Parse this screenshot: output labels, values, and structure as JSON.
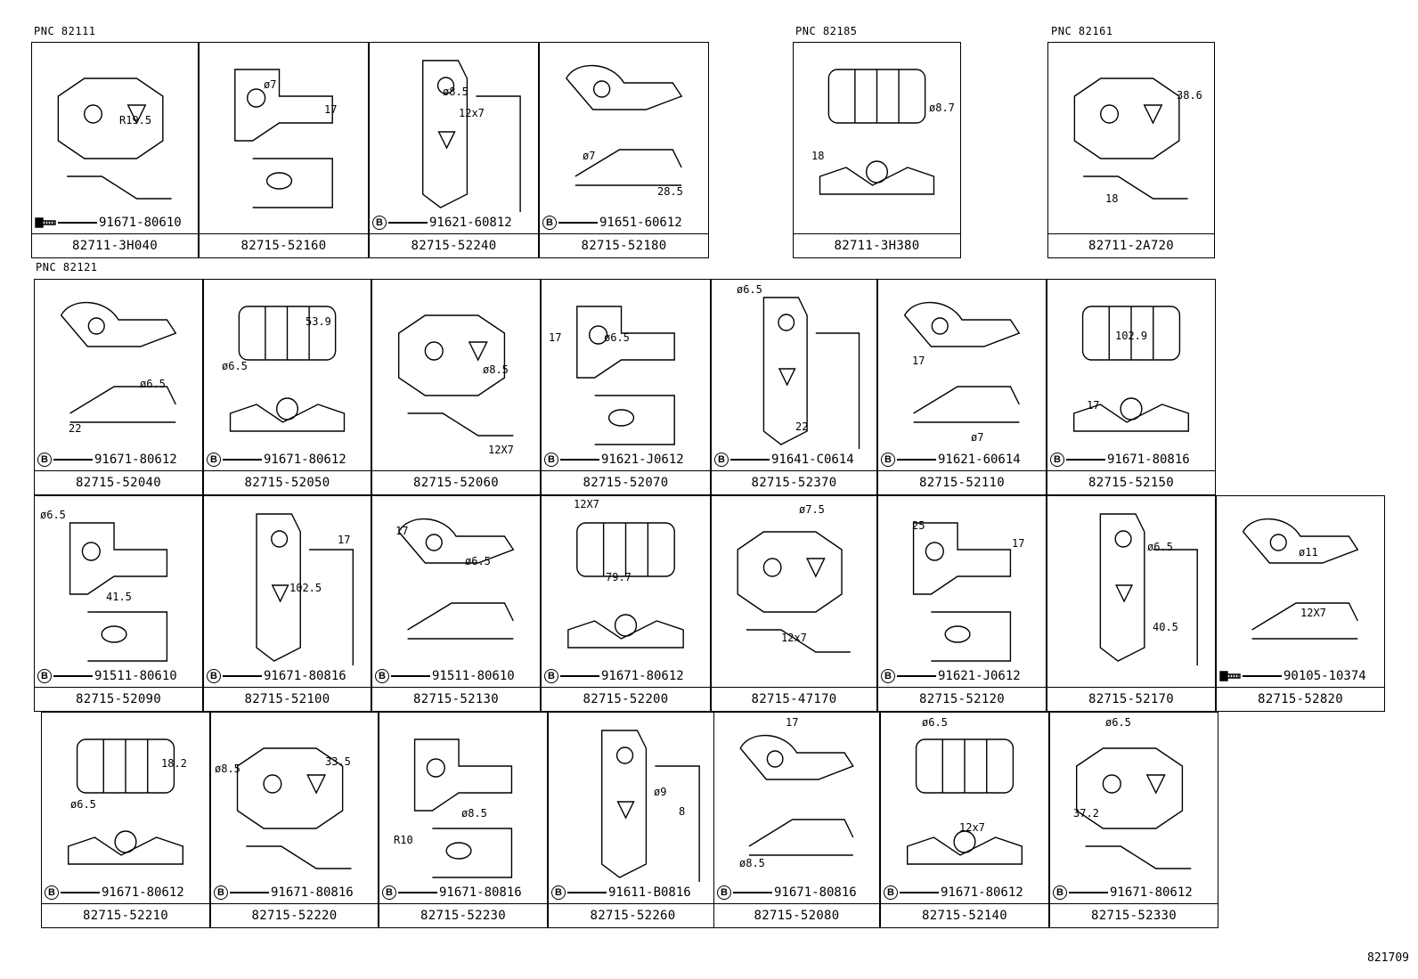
{
  "groups": [
    {
      "label": "PNC 82111"
    },
    {
      "label": "PNC 82185"
    },
    {
      "label": "PNC 82161"
    },
    {
      "label": "PNC 82121"
    }
  ],
  "rows": [
    [
      {
        "pn": "82711-3H040",
        "fastener": "91671-80610",
        "fastener_icon": "bolt-icon",
        "dims": [
          "R19.5"
        ]
      },
      {
        "pn": "82715-52160",
        "fastener": "",
        "fastener_icon": "",
        "dims": [
          "ø7",
          "17"
        ]
      },
      {
        "pn": "82715-52240",
        "fastener": "91621-60812",
        "fastener_icon": "b-symbol-icon",
        "dims": [
          "ø8.5",
          "12x7"
        ]
      },
      {
        "pn": "82715-52180",
        "fastener": "91651-60612",
        "fastener_icon": "b-symbol-icon",
        "dims": [
          "ø7",
          "28.5"
        ]
      },
      {
        "pn": "82711-3H380",
        "fastener": "",
        "fastener_icon": "",
        "dims": [
          "18",
          "ø8.7"
        ]
      },
      {
        "pn": "82711-2A720",
        "fastener": "",
        "fastener_icon": "",
        "dims": [
          "18",
          "38.6"
        ]
      }
    ],
    [
      {
        "pn": "82715-52040",
        "fastener": "91671-80612",
        "fastener_icon": "b-symbol-icon",
        "dims": [
          "ø6.5",
          "22"
        ]
      },
      {
        "pn": "82715-52050",
        "fastener": "91671-80612",
        "fastener_icon": "b-symbol-icon",
        "dims": [
          "53.9",
          "ø6.5"
        ]
      },
      {
        "pn": "82715-52060",
        "fastener": "",
        "fastener_icon": "",
        "dims": [
          "ø8.5",
          "12X7"
        ]
      },
      {
        "pn": "82715-52070",
        "fastener": "91621-J0612",
        "fastener_icon": "b-symbol-icon",
        "dims": [
          "17",
          "ø6.5"
        ]
      },
      {
        "pn": "82715-52370",
        "fastener": "91641-C0614",
        "fastener_icon": "b-symbol-icon",
        "dims": [
          "ø6.5",
          "22"
        ]
      },
      {
        "pn": "82715-52110",
        "fastener": "91621-60614",
        "fastener_icon": "b-symbol-icon",
        "dims": [
          "17",
          "ø7"
        ]
      },
      {
        "pn": "82715-52150",
        "fastener": "91671-80816",
        "fastener_icon": "b-symbol-icon",
        "dims": [
          "102.9",
          "17"
        ]
      }
    ],
    [
      {
        "pn": "82715-52090",
        "fastener": "91511-80610",
        "fastener_icon": "b-symbol-icon",
        "dims": [
          "ø6.5",
          "41.5"
        ]
      },
      {
        "pn": "82715-52100",
        "fastener": "91671-80816",
        "fastener_icon": "b-symbol-icon",
        "dims": [
          "17",
          "102.5"
        ]
      },
      {
        "pn": "82715-52130",
        "fastener": "91511-80610",
        "fastener_icon": "b-symbol-icon",
        "dims": [
          "17",
          "ø6.5"
        ]
      },
      {
        "pn": "82715-52200",
        "fastener": "91671-80612",
        "fastener_icon": "b-symbol-icon",
        "dims": [
          "12X7",
          "79.7"
        ]
      },
      {
        "pn": "82715-47170",
        "fastener": "",
        "fastener_icon": "",
        "dims": [
          "ø7.5",
          "12x7"
        ]
      },
      {
        "pn": "82715-52120",
        "fastener": "91621-J0612",
        "fastener_icon": "b-symbol-icon",
        "dims": [
          "25",
          "17"
        ]
      },
      {
        "pn": "82715-52170",
        "fastener": "",
        "fastener_icon": "",
        "dims": [
          "ø6.5",
          "40.5"
        ]
      },
      {
        "pn": "82715-52820",
        "fastener": "90105-10374",
        "fastener_icon": "bolt-icon",
        "dims": [
          "ø11",
          "12X7"
        ]
      }
    ],
    [
      {
        "pn": "82715-52210",
        "fastener": "91671-80612",
        "fastener_icon": "b-symbol-icon",
        "dims": [
          "18.2",
          "ø6.5"
        ]
      },
      {
        "pn": "82715-52220",
        "fastener": "91671-80816",
        "fastener_icon": "b-symbol-icon",
        "dims": [
          "ø8.5",
          "33.5"
        ]
      },
      {
        "pn": "82715-52230",
        "fastener": "91671-80816",
        "fastener_icon": "b-symbol-icon",
        "dims": [
          "ø8.5",
          "R10"
        ]
      },
      {
        "pn": "82715-52260",
        "fastener": "91611-B0816",
        "fastener_icon": "b-symbol-icon",
        "dims": [
          "ø9",
          "8"
        ]
      },
      {
        "pn": "82715-52080",
        "fastener": "91671-80816",
        "fastener_icon": "b-symbol-icon",
        "dims": [
          "17",
          "ø8.5"
        ]
      },
      {
        "pn": "82715-52140",
        "fastener": "91671-80612",
        "fastener_icon": "b-symbol-icon",
        "dims": [
          "ø6.5",
          "12x7"
        ]
      },
      {
        "pn": "82715-52330",
        "fastener": "91671-80612",
        "fastener_icon": "b-symbol-icon",
        "dims": [
          "ø6.5",
          "37.2"
        ]
      }
    ]
  ],
  "b_symbol": "B",
  "figure_id": "821709"
}
